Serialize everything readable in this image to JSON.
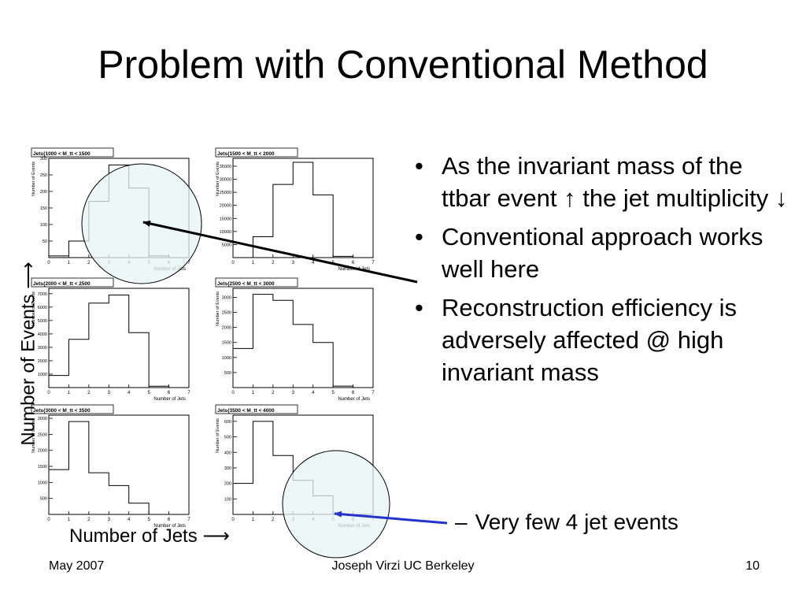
{
  "slide": {
    "title": "Problem with Conventional Method",
    "bullets": [
      "As the invariant mass of the ttbar event ↑ the jet multiplicity ↓",
      "Conventional approach works well here",
      "Reconstruction efficiency is adversely affected @ high invariant mass"
    ],
    "sub_bullet": "Very few 4 jet events",
    "y_axis_caption": "Number of Events",
    "x_axis_caption": "Number of Jets",
    "footer": {
      "date": "May 2007",
      "author": "Joseph Virzi UC Berkeley",
      "page": "10"
    },
    "colors": {
      "highlight_fill": "#e8f4f6",
      "arrow_black": "#000000",
      "arrow_blue": "#2233cc"
    }
  },
  "chart_data": [
    {
      "type": "bar",
      "title": "Jets{1000 < M_tt < 1500",
      "xlabel": "Number of Jets",
      "ylabel": "Number of Events",
      "x_ticks": [
        "0",
        "1",
        "2",
        "3",
        "4",
        "5",
        "6",
        "7"
      ],
      "y_ticks": [
        "50",
        "100",
        "150",
        "200",
        "250",
        "300"
      ],
      "xlim": [
        0,
        7
      ],
      "ylim": [
        0,
        300
      ],
      "bins": [
        0,
        1,
        2,
        3,
        4,
        5,
        6
      ],
      "values": [
        5,
        50,
        170,
        280,
        210,
        5,
        0
      ]
    },
    {
      "type": "bar",
      "title": "Jets{1500 < M_tt < 2000",
      "xlabel": "Number of Jets",
      "ylabel": "Number of Events",
      "x_ticks": [
        "0",
        "1",
        "2",
        "3",
        "4",
        "5",
        "6",
        "7"
      ],
      "y_ticks": [
        "5000",
        "10000",
        "15000",
        "20000",
        "25000",
        "30000",
        "35000"
      ],
      "xlim": [
        0,
        7
      ],
      "ylim": [
        0,
        38000
      ],
      "bins": [
        0,
        1,
        2,
        3,
        4,
        5,
        6
      ],
      "values": [
        0,
        8000,
        28000,
        36500,
        24000,
        500,
        0
      ]
    },
    {
      "type": "bar",
      "title": "Jets{2000 < M_tt < 2500",
      "xlabel": "Number of Jets",
      "ylabel": "Number of Events",
      "x_ticks": [
        "0",
        "1",
        "2",
        "3",
        "4",
        "5",
        "6",
        "7"
      ],
      "y_ticks": [
        "1000",
        "2000",
        "3000",
        "4000",
        "5000",
        "6000",
        "7000"
      ],
      "xlim": [
        0,
        7
      ],
      "ylim": [
        0,
        7400
      ],
      "bins": [
        0,
        1,
        2,
        3,
        4,
        5,
        6
      ],
      "values": [
        900,
        3600,
        6300,
        6900,
        4100,
        100,
        0
      ]
    },
    {
      "type": "bar",
      "title": "Jets{2500 < M_tt < 3000",
      "xlabel": "Number of Jets",
      "ylabel": "Number of Events",
      "x_ticks": [
        "0",
        "1",
        "2",
        "3",
        "4",
        "5",
        "6",
        "7"
      ],
      "y_ticks": [
        "500",
        "1000",
        "1500",
        "2000",
        "2500",
        "3000"
      ],
      "xlim": [
        0,
        7
      ],
      "ylim": [
        0,
        3300
      ],
      "bins": [
        0,
        1,
        2,
        3,
        4,
        5,
        6
      ],
      "values": [
        1300,
        3100,
        2900,
        2100,
        1500,
        50,
        0
      ]
    },
    {
      "type": "bar",
      "title": "Jets{3000 < M_tt < 3500",
      "xlabel": "Number of Jets",
      "ylabel": "Number of Events",
      "x_ticks": [
        "0",
        "1",
        "2",
        "3",
        "4",
        "5",
        "6",
        "7"
      ],
      "y_ticks": [
        "500",
        "1000",
        "1500",
        "2000",
        "2500",
        "3000"
      ],
      "xlim": [
        0,
        7
      ],
      "ylim": [
        0,
        3100
      ],
      "bins": [
        0,
        1,
        2,
        3,
        4,
        5,
        6
      ],
      "values": [
        1400,
        2900,
        1300,
        900,
        350,
        0,
        0
      ]
    },
    {
      "type": "bar",
      "title": "Jets{3500 < M_tt < 4000",
      "xlabel": "Number of Jets",
      "ylabel": "Number of Events",
      "x_ticks": [
        "0",
        "1",
        "2",
        "3",
        "4",
        "5",
        "6",
        "7"
      ],
      "y_ticks": [
        "100",
        "200",
        "300",
        "400",
        "500",
        "600"
      ],
      "xlim": [
        0,
        7
      ],
      "ylim": [
        0,
        640
      ],
      "bins": [
        0,
        1,
        2,
        3,
        4,
        5,
        6
      ],
      "values": [
        200,
        600,
        380,
        220,
        120,
        0,
        0
      ]
    }
  ]
}
